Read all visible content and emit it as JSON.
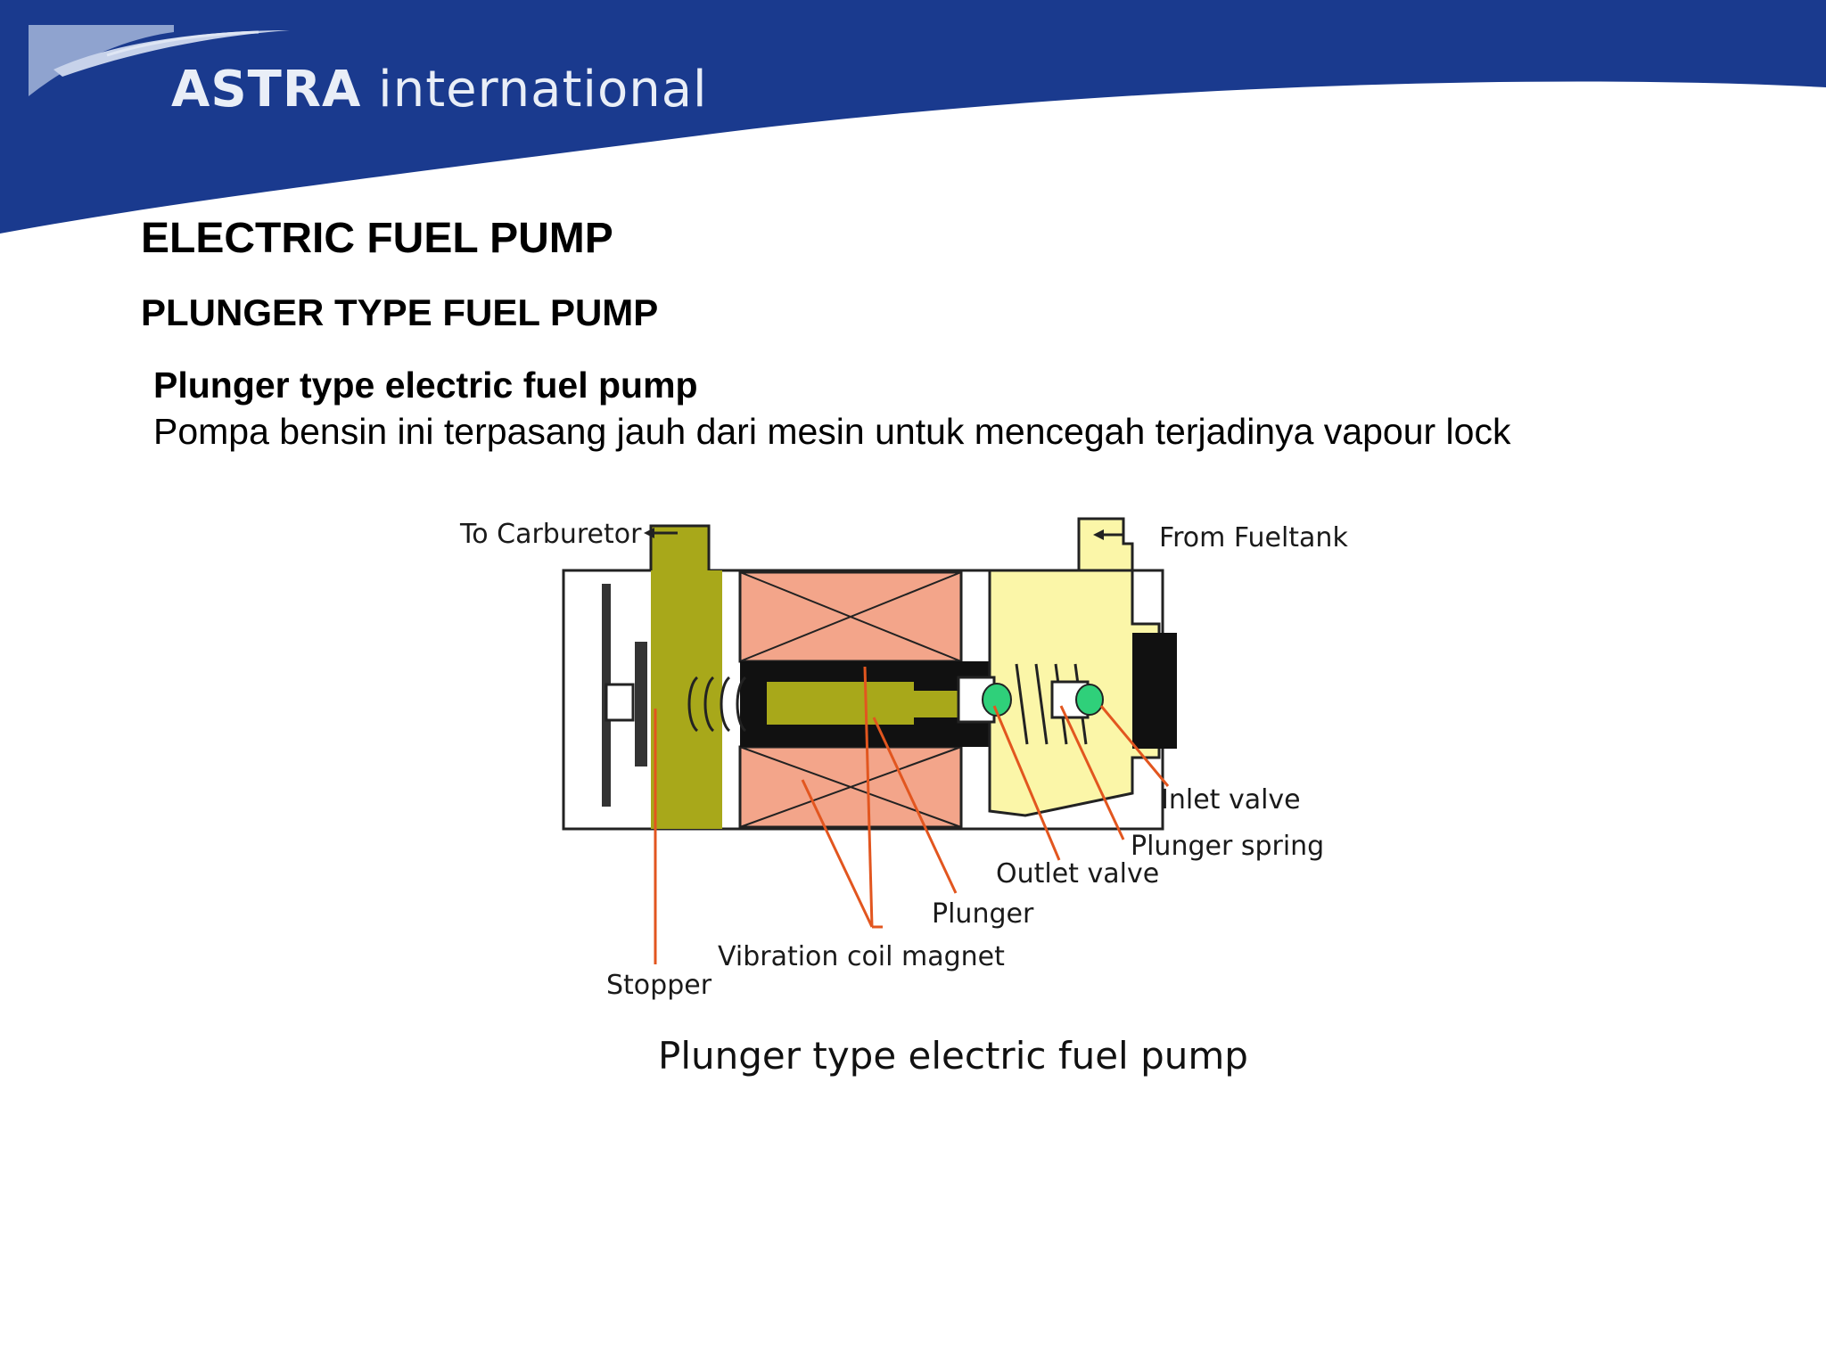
{
  "header": {
    "brand_bold": "ASTRA",
    "brand_light": " international",
    "colors": {
      "band": "#1a3a8e",
      "swoosh": "#8fa3cf"
    },
    "logo_icon": "swoosh-logo-icon"
  },
  "content": {
    "title": "ELECTRIC FUEL PUMP",
    "subtitle": "PLUNGER TYPE FUEL PUMP",
    "heading": "Plunger type electric fuel pump",
    "description": "Pompa bensin ini terpasang jauh dari mesin untuk mencegah terjadinya vapour lock"
  },
  "diagram": {
    "labels": {
      "to_carburetor": "To Carburetor",
      "from_fueltank": "From Fueltank",
      "inlet_valve": "Inlet valve",
      "plunger_spring": "Plunger spring",
      "outlet_valve": "Outlet valve",
      "plunger": "Plunger",
      "vibration_coil_magnet": "Vibration coil magnet",
      "stopper": "Stopper"
    },
    "caption": "Plunger type electric fuel pump",
    "colors": {
      "coil": "#f3a58a",
      "fuel_dark": "#a8a81a",
      "fuel_light": "#fbf6a8",
      "valve": "#2fd07a",
      "leader": "#e2561f"
    }
  }
}
